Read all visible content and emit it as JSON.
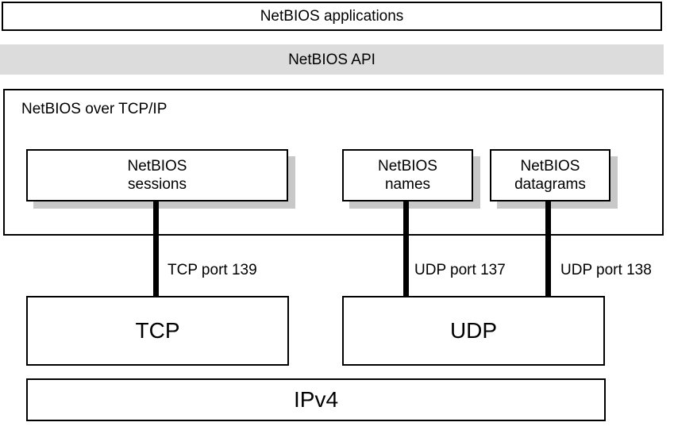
{
  "top": {
    "applications_label": "NetBIOS applications",
    "api_label": "NetBIOS API"
  },
  "container": {
    "label": "NetBIOS over TCP/IP",
    "modules": [
      {
        "id": "sessions",
        "line1": "NetBIOS",
        "line2": "sessions"
      },
      {
        "id": "names",
        "line1": "NetBIOS",
        "line2": "names"
      },
      {
        "id": "datagrams",
        "line1": "NetBIOS",
        "line2": "datagrams"
      }
    ]
  },
  "connections": [
    {
      "port_label": "TCP port 139"
    },
    {
      "port_label": "UDP port 137"
    },
    {
      "port_label": "UDP port 138"
    }
  ],
  "transport": {
    "tcp_label": "TCP",
    "udp_label": "UDP"
  },
  "network": {
    "ipv4_label": "IPv4"
  },
  "colors": {
    "api_bar_bg": "#dcdcdc",
    "module_shadow": "#c8c8c8",
    "border": "#000000",
    "connector_line": "#000000"
  }
}
